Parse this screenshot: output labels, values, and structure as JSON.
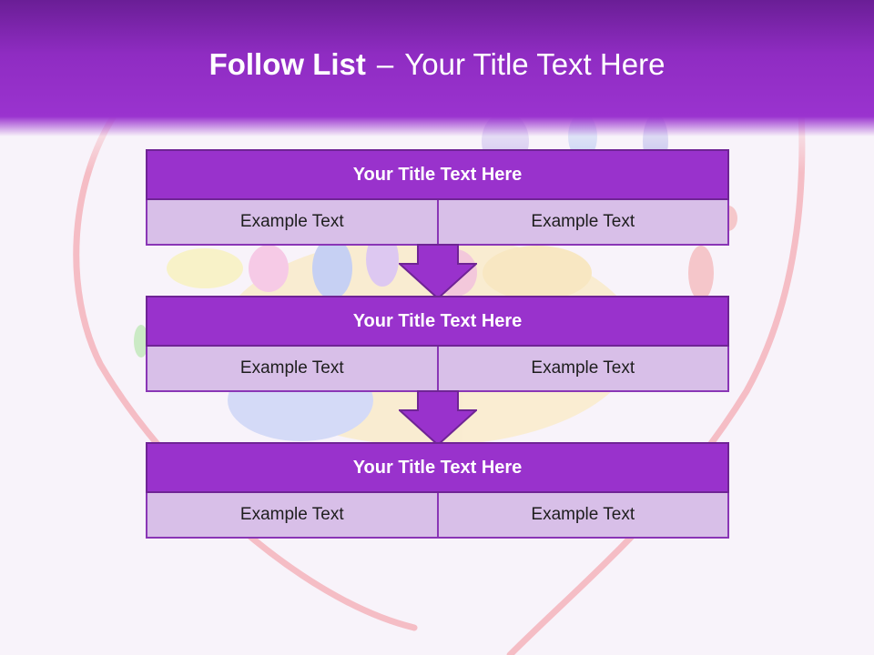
{
  "slide": {
    "title_bold": "Follow List",
    "title_dash": "–",
    "title_rest": "Your Title Text Here"
  },
  "blocks": [
    {
      "title": "Your Title Text Here",
      "left": "Example Text",
      "right": "Example Text"
    },
    {
      "title": "Your Title Text Here",
      "left": "Example Text",
      "right": "Example Text"
    },
    {
      "title": "Your Title Text Here",
      "left": "Example Text",
      "right": "Example Text"
    }
  ],
  "colors": {
    "header_purple": "#9a33cf",
    "block_title_fill": "#9932cc",
    "cell_fill": "#d8bfe8",
    "arrow_fill": "#9932cc",
    "heart_stroke": "#f4b3bb"
  },
  "decoration": [
    "heart-outline",
    "handprints"
  ]
}
